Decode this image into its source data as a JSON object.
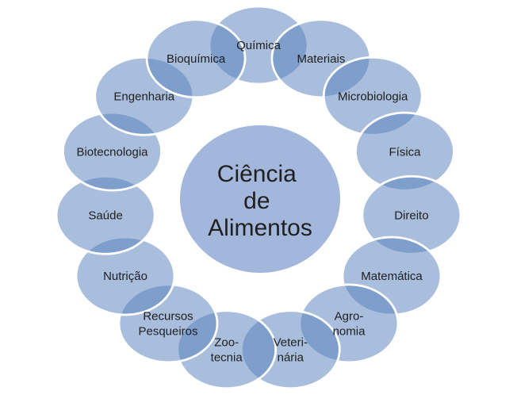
{
  "diagram": {
    "center": {
      "id": "ciencia-de-alimentos",
      "lines": [
        "Ciência",
        "de",
        "Alimentos"
      ]
    },
    "items": [
      {
        "id": "quimica",
        "lines": [
          "Química"
        ]
      },
      {
        "id": "materiais",
        "lines": [
          "Materiais"
        ]
      },
      {
        "id": "microbiologia",
        "lines": [
          "Microbiologia"
        ]
      },
      {
        "id": "fisica",
        "lines": [
          "Física"
        ]
      },
      {
        "id": "direito",
        "lines": [
          "Direito"
        ]
      },
      {
        "id": "matematica",
        "lines": [
          "Matemática"
        ]
      },
      {
        "id": "agronomia",
        "lines": [
          "Agro-",
          "nomia"
        ]
      },
      {
        "id": "veterinaria",
        "lines": [
          "Veteri-",
          "nária"
        ]
      },
      {
        "id": "zootecnia",
        "lines": [
          "Zoo-",
          "tecnia"
        ]
      },
      {
        "id": "recursos-pesqueiros",
        "lines": [
          "Recursos",
          "Pesqueiros"
        ]
      },
      {
        "id": "nutricao",
        "lines": [
          "Nutrição"
        ]
      },
      {
        "id": "saude",
        "lines": [
          "Saúde"
        ]
      },
      {
        "id": "biotecnologia",
        "lines": [
          "Biotecnologia"
        ]
      },
      {
        "id": "engenharia",
        "lines": [
          "Engenharia"
        ]
      },
      {
        "id": "bioquimica",
        "lines": [
          "Bioquímica"
        ]
      }
    ],
    "colors": {
      "ellipse_fill": "#537DBB",
      "ellipse_fill_opacity": "0.5",
      "ellipse_stroke": "#FFFFFF",
      "center_fill": "#A2B7DB",
      "text": "#202020",
      "background": "#FFFFFF"
    }
  }
}
